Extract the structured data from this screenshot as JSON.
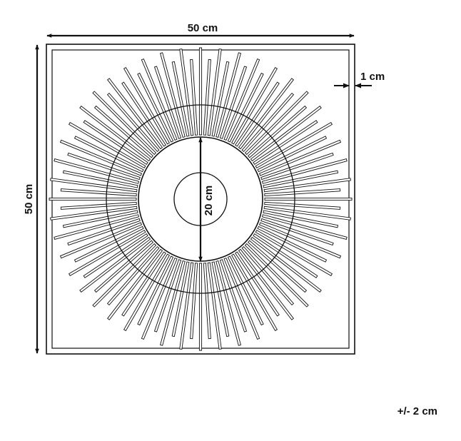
{
  "dimensions": {
    "width": "50 cm",
    "height": "50 cm",
    "frame_depth": "1 cm",
    "inner_diameter": "20 cm",
    "tolerance": "+/- 2 cm"
  },
  "colors": {
    "line": "#111111",
    "background": "#ffffff"
  },
  "icons": {
    "arrow": "arrowhead"
  }
}
